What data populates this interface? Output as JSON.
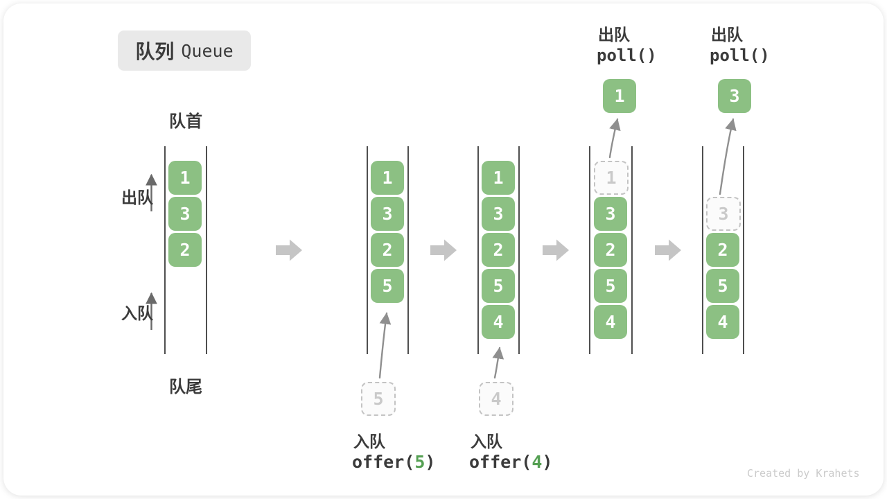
{
  "title": {
    "zh": "队列",
    "en": "Queue"
  },
  "side_labels": {
    "front": "队首",
    "rear": "队尾",
    "dequeue": "出队",
    "enqueue": "入队"
  },
  "colors": {
    "box_green": "#8cc083",
    "accent_green": "#55a053",
    "block_arrow_gray": "#c5c5c5",
    "curve_arrow_gray": "#8f8f8f",
    "title_bg": "#e9e9e9"
  },
  "states": [
    {
      "name": "initial",
      "slots": [
        "1",
        "3",
        "2"
      ]
    },
    {
      "name": "after-offer-5",
      "slots": [
        "1",
        "3",
        "2",
        "5"
      ]
    },
    {
      "name": "after-offer-4",
      "slots": [
        "1",
        "3",
        "2",
        "5",
        "4"
      ]
    },
    {
      "name": "after-poll-1",
      "dashed_slot": "1",
      "slots": [
        "3",
        "2",
        "5",
        "4"
      ]
    },
    {
      "name": "after-poll-3",
      "dashed_slot": "3",
      "slots": [
        "2",
        "5",
        "4"
      ]
    }
  ],
  "operations": {
    "enqueue5": {
      "label": "入队",
      "code_prefix": "offer(",
      "arg": "5",
      "code_suffix": ")",
      "ghost": "5"
    },
    "enqueue4": {
      "label": "入队",
      "code_prefix": "offer(",
      "arg": "4",
      "code_suffix": ")",
      "ghost": "4"
    },
    "poll1": {
      "label": "出队",
      "code": "poll()",
      "result": "1"
    },
    "poll2": {
      "label": "出队",
      "code": "poll()",
      "result": "3"
    }
  },
  "watermark": "Created by Krahets"
}
